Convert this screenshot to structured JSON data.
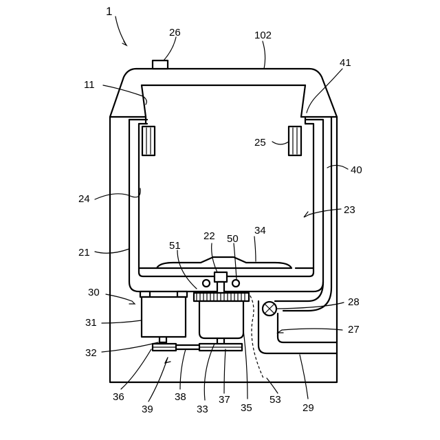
{
  "labels": {
    "l1": "1",
    "l26": "26",
    "l102": "102",
    "l11": "11",
    "l41": "41",
    "l25": "25",
    "l40": "40",
    "l24": "24",
    "l23": "23",
    "l22": "22",
    "l50": "50",
    "l34": "34",
    "l51": "51",
    "l21": "21",
    "l30": "30",
    "l28": "28",
    "l31": "31",
    "l27": "27",
    "l32": "32",
    "l36": "36",
    "l38": "38",
    "l39": "39",
    "l33": "33",
    "l37": "37",
    "l35": "35",
    "l53": "53",
    "l29": "29"
  }
}
